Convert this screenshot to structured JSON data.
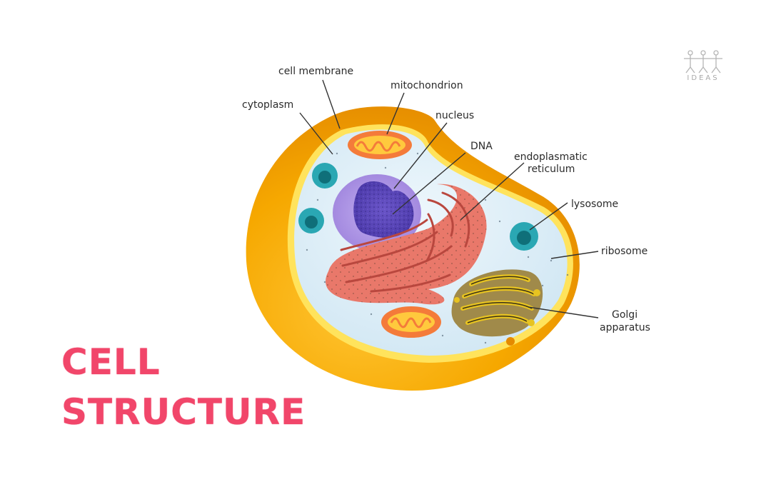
{
  "title": {
    "line1": "CELL",
    "line2": "STRUCTURE"
  },
  "logo": {
    "text": "IDEAS"
  },
  "labels": {
    "cell_membrane": "cell membrane",
    "mitochondrion": "mitochondrion",
    "cytoplasm": "cytoplasm",
    "nucleus": "nucleus",
    "dna": "DNA",
    "er_line1": "endoplasmatic",
    "er_line2": "reticulum",
    "lysosome": "lysosome",
    "ribosome": "ribosome",
    "golgi_line1": "Golgi",
    "golgi_line2": "apparatus"
  },
  "colors": {
    "title": "#f1466a",
    "membrane": "#f5a200",
    "cytoplasm": "#d6ebf5",
    "nucleus": "#b197e6",
    "nucleolus": "#5b48b8",
    "er": "#e9786a",
    "golgi": "#c9a91e",
    "lysosome": "#2aa7b3",
    "mitochondrion": "#f47b3a"
  }
}
